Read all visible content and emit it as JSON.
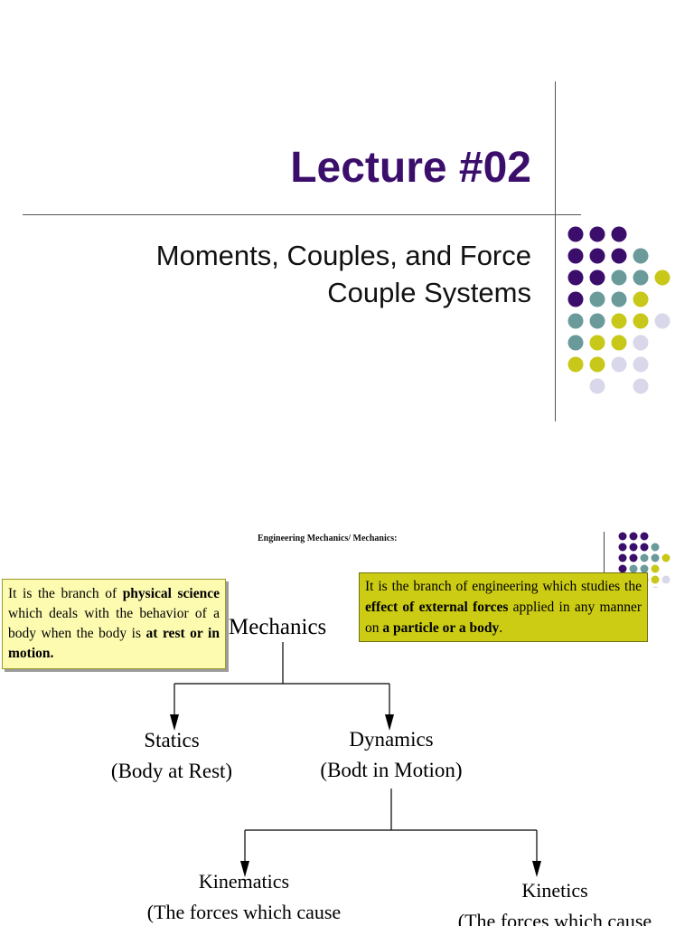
{
  "slide1": {
    "title": "Lecture #02",
    "subtitle": "Moments, Couples, and Force\nCouple Systems",
    "colors": {
      "purple": "#3b0e6b",
      "teal": "#6b9a9a",
      "olive": "#c8c81a",
      "lavender": "#d8d8ea"
    }
  },
  "slide2": {
    "heading": "Engineering Mechanics/ Mechanics:",
    "definition_box": {
      "t1": "It is the branch of ",
      "b1": "physical science",
      "t2": " which deals with the behavior of a body when the body is ",
      "b2": "at rest or in motion."
    },
    "engineering_box": {
      "t1": "It is the branch of engineering which studies the ",
      "b1": "effect of external forces",
      "t2": " applied in any manner on ",
      "b2": "a particle or a body",
      "t3": "."
    },
    "tree": {
      "mechanics": "Mechanics",
      "statics": "Statics",
      "statics_desc": "(Body at Rest)",
      "dynamics": "Dynamics",
      "dynamics_desc": "(Bodt in Motion)",
      "kinematics": "Kinematics",
      "kinematics_desc": "(The forces which cause",
      "kinetics": "Kinetics",
      "kinetics_desc": "(The forces which cause"
    }
  }
}
